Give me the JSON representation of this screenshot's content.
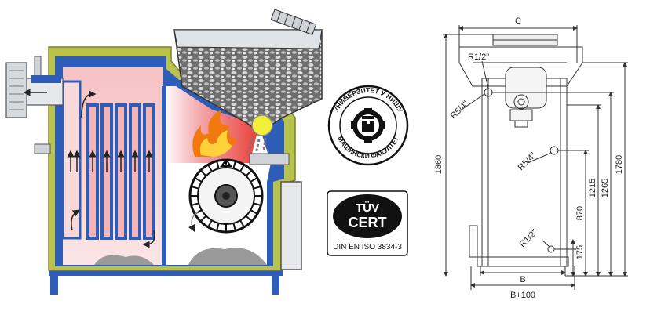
{
  "seal": {
    "top_text": "УНИВЕРЗИТЕТ У НИШУ",
    "bottom_text": "МАШИНСКИ ФАКУЛТЕТ"
  },
  "cert_logo": {
    "brand_top": "TÜV",
    "brand_bottom": "CERT",
    "standard": "DIN EN ISO 3834-3"
  },
  "dimensions": {
    "width_top": "C",
    "height_total": "1860",
    "height_1780": "1780",
    "height_1265": "1265",
    "height_1215": "1215",
    "height_870": "870",
    "height_175": "175",
    "conn_top": "R1/2\"",
    "conn_flow": "R5/4\"",
    "conn_return": "R5/4\"",
    "conn_drain": "R1/2\"",
    "width_b": "B",
    "width_b100": "B+100"
  },
  "colors": {
    "water_jacket": "#2e5db8",
    "outer_casing": "#b9c24a",
    "hot_gas": "#f4b4b8",
    "flame": "#f07a10",
    "pellet_yellow": "#f2ee3a",
    "ash": "#9a9a9a"
  }
}
